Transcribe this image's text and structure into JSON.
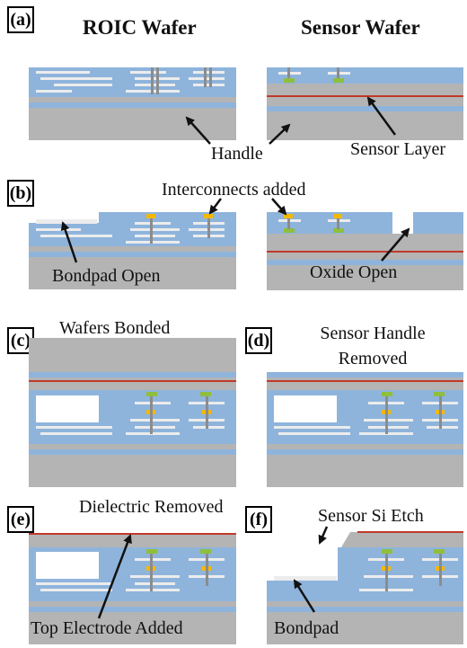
{
  "panels": {
    "a": {
      "label": "(a)"
    },
    "b": {
      "label": "(b)"
    },
    "c": {
      "label": "(c)"
    },
    "d": {
      "label": "(d)"
    },
    "e": {
      "label": "(e)"
    },
    "f": {
      "label": "(f)"
    }
  },
  "headers": {
    "roic": "ROIC Wafer",
    "sensor": "Sensor Wafer"
  },
  "annotations": {
    "handle": "Handle",
    "sensor_layer": "Sensor Layer",
    "interconnects_added": "Interconnects added",
    "bondpad_open": "Bondpad Open",
    "oxide_open": "Oxide Open",
    "wafers_bonded": "Wafers Bonded",
    "sensor_handle_removed_1": "Sensor Handle",
    "sensor_handle_removed_2": "Removed",
    "dielectric_removed": "Dielectric Removed",
    "top_electrode_added": "Top Electrode Added",
    "sensor_si_etch": "Sensor Si Etch",
    "bondpad": "Bondpad"
  },
  "colors": {
    "dielectric": "#8eb4dc",
    "silicon": "#b4b4b4",
    "metal": "#ececec",
    "via": "#8c8c8c",
    "bond_metal": "#f5b800",
    "contact": "#8fbf3c",
    "sensor_line": "#c0392b",
    "line_dark": "#111111"
  }
}
